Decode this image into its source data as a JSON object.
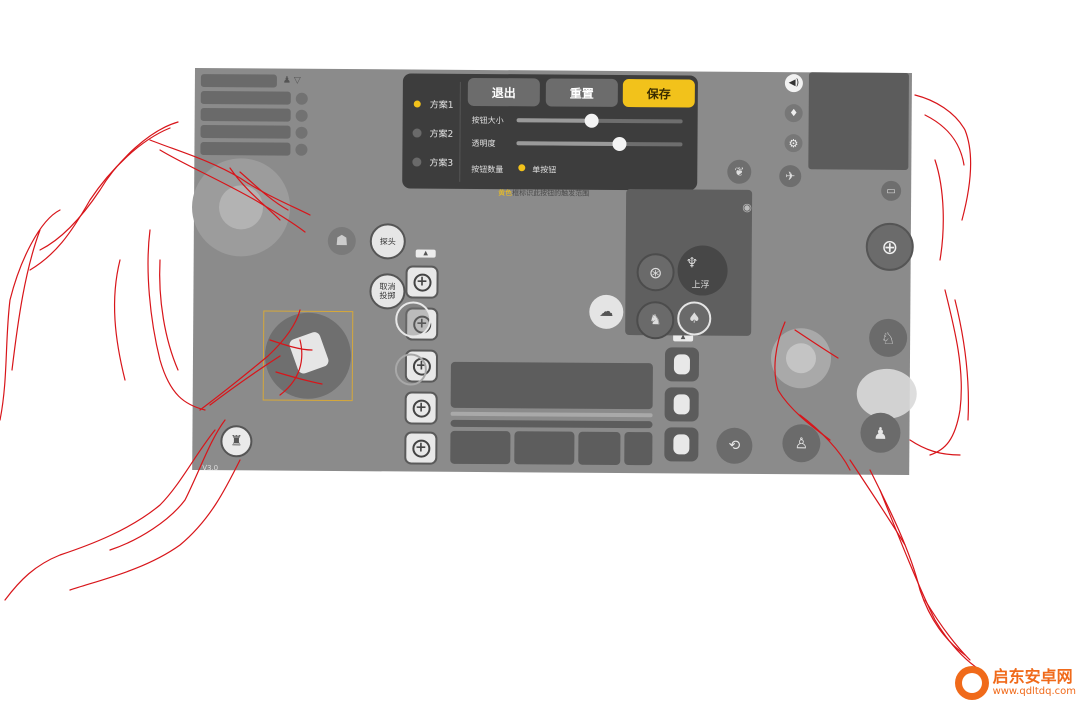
{
  "toolbar": {
    "exit_label": "退出",
    "reset_label": "重置",
    "save_label": "保存"
  },
  "schemes": [
    {
      "label": "方案1",
      "selected": true
    },
    {
      "label": "方案2",
      "selected": false
    },
    {
      "label": "方案3",
      "selected": false
    }
  ],
  "settings": {
    "button_size_label": "按钮大小",
    "button_size_value": 0.45,
    "opacity_label": "透明度",
    "opacity_value": 0.62,
    "count_label": "按钮数量",
    "count_option": "单按钮"
  },
  "hint": {
    "highlight": "黄色",
    "text": "框标识此按钮的触发范围"
  },
  "left_buttons": {
    "peek_label": "探头",
    "cancel_label": "取消\n投掷"
  },
  "vehicle": {
    "up_label": "上浮"
  },
  "version": "V3.0",
  "colors": {
    "accent": "#f2c21b",
    "screen_bg": "#8b8b8b",
    "panel_bg": "#3d3d3d",
    "sketch": "#d8151a"
  },
  "watermark": {
    "name": "启东安卓网",
    "url": "www.qdltdq.com"
  }
}
